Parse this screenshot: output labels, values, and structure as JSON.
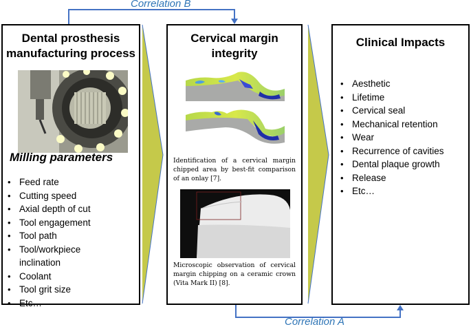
{
  "correlations": {
    "top_label": "Correlation B",
    "bottom_label": "Correlation A",
    "line_color": "#4472c4",
    "text_color": "#2e75b6"
  },
  "manufacturing": {
    "title_line1": "Dental prosthesis",
    "title_line2": "manufacturing process",
    "image_icon": "milling-machine-photo",
    "subtitle": "Milling parameters",
    "items": [
      "Feed rate",
      "Cutting speed",
      "Axial depth of cut",
      "Tool engagement",
      "Tool path",
      "Tool/workpiece",
      "inclination",
      "Coolant",
      "Tool grit size",
      "Etc…"
    ]
  },
  "margin": {
    "title_line1": "Cervical margin",
    "title_line2": "integrity",
    "scan_icon": "best-fit-scan-image",
    "caption1": "Identification of a cervical margin chipped area by best-fit comparison of an onlay [7].",
    "photo_icon": "ceramic-crown-photo",
    "caption2": "Microscopic observation of cervical margin chipping on a ceramic crown (Vita Mark II) [8]."
  },
  "clinical": {
    "title": "Clinical Impacts",
    "items": [
      "Aesthetic",
      "Lifetime",
      "Cervical seal",
      "Mechanical retention",
      "Wear",
      "Recurrence of cavities",
      "Dental plaque growth",
      "Release",
      "Etc…"
    ]
  },
  "arrow_fill": "#c5c94a"
}
